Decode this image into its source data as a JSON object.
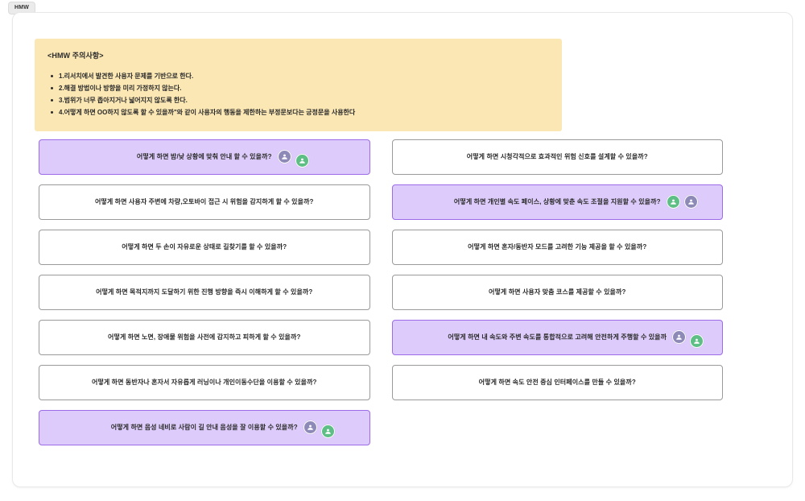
{
  "tab": {
    "label": "HMW"
  },
  "notice": {
    "title": "<HMW 주의사항>",
    "items": [
      "1.리서치에서 발견한 사용자 문제를 기반으로 한다.",
      "2.해결 방법이나 방향을 미리 가정하지 않는다.",
      "3.범위가 너무 좁아지거나 넓어지지 않도록 한다.",
      "4.어떻게 하면 OO하지 않도록 할 수 있을까\"와 같이 사용자의 행동을 제한하는 부정문보다는 긍정문을 사용한다"
    ]
  },
  "colors": {
    "selected_fill": "#DDCCFB",
    "selected_border": "#9B6BE8",
    "card_border": "#9A9A9A",
    "notice_bg": "#FBE7B4",
    "avatar_purple": "#8E8AB8",
    "avatar_green": "#5DBE86"
  },
  "left_column": [
    {
      "text": "어떻게 하면 밤/낮 상황에 맞춰 안내 할 수 있을까?",
      "selected": true,
      "avatars": [
        {
          "color": "purple",
          "icon": "user-avatar-icon",
          "offset": "none"
        },
        {
          "color": "green",
          "icon": "user-avatar-icon",
          "offset": "down"
        }
      ]
    },
    {
      "text": "어떻게 하면 사용자 주변에 차량,오토바이 접근 시 위험을 감지하게 할 수 있을까?",
      "selected": false,
      "avatars": []
    },
    {
      "text": "어떻게 하면 두 손이 자유로운 상태로 길찾기를 할 수 있을까?",
      "selected": false,
      "avatars": []
    },
    {
      "text": "어떻게 하면 목적지까지 도달하기 위한 진행 방향을 즉시 이해하게 할 수 있을까?",
      "selected": false,
      "avatars": []
    },
    {
      "text": "어떻게 하면 노면, 장애물 위험을 사전에 감지하고 피하게 할 수 있을까?",
      "selected": false,
      "avatars": []
    },
    {
      "text": "어떻게 하면 동반자나 혼자서 자유롭게 러닝이나 개인이동수단을 이용할 수 있을까?",
      "selected": false,
      "avatars": []
    },
    {
      "text": "어떻게 하면 음성 네비로 사람이 길 안내 음성을 잘 이용할 수 있을까?",
      "selected": true,
      "avatars": [
        {
          "color": "purple",
          "icon": "user-avatar-icon",
          "offset": "none"
        },
        {
          "color": "green",
          "icon": "user-avatar-icon",
          "offset": "down"
        }
      ]
    }
  ],
  "right_column": [
    {
      "text": "어떻게 하면 시청각적으로 효과적인 위험 신호를 설계할 수 있을까?",
      "selected": false,
      "avatars": []
    },
    {
      "text": "어떻게 하면 개인별 속도 페이스, 상황에 맞춘 속도 조절을 지원할 수 있을까?",
      "selected": true,
      "avatars": [
        {
          "color": "green",
          "icon": "user-avatar-icon",
          "offset": "none"
        },
        {
          "color": "purple",
          "icon": "user-avatar-icon",
          "offset": "none"
        }
      ]
    },
    {
      "text": "어떻게 하면 혼자/동반자 모드를 고려한 기능 제공을 할 수 있을까?",
      "selected": false,
      "avatars": []
    },
    {
      "text": "어떻게 하면 사용자 맞춤 코스를 제공할 수 있을까?",
      "selected": false,
      "avatars": []
    },
    {
      "text": "어떻게 하면 내 속도와 주변 속도를 통합적으로 고려해 안전하게 주행할 수 있을까",
      "selected": true,
      "avatars": [
        {
          "color": "purple",
          "icon": "user-avatar-icon",
          "offset": "none"
        },
        {
          "color": "green",
          "icon": "user-avatar-icon",
          "offset": "down"
        }
      ]
    },
    {
      "text": "어떻게 하면 속도 안전 중심 인터페이스를 만들 수 있을까?",
      "selected": false,
      "avatars": []
    }
  ]
}
